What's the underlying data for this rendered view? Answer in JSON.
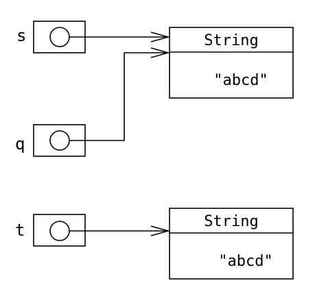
{
  "variables": [
    {
      "name": "s"
    },
    {
      "name": "q"
    },
    {
      "name": "t"
    }
  ],
  "objects": [
    {
      "type": "String",
      "value": "\"abcd\""
    },
    {
      "type": "String",
      "value": "\"abcd\""
    }
  ]
}
